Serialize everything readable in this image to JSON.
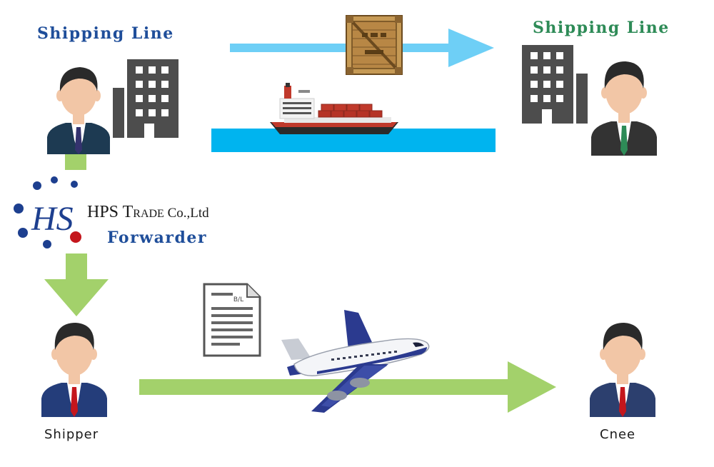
{
  "labels": {
    "shipping_line_left": "Shipping Line",
    "shipping_line_right": "Shipping Line",
    "company_main": "HPS T",
    "company_smallcaps": "RADE",
    "company_suffix": "Co.,Ltd",
    "forwarder": "Forwarder",
    "shipper": "Shipper",
    "cnee": "Cnee",
    "document": "B/L"
  },
  "colors": {
    "navy_title": "#1f4e9a",
    "green_title": "#2e8b57",
    "sky_arrow": "#6ecff6",
    "sea": "#00b4ef",
    "green_arrow": "#a3d16b",
    "building": "#4d4d4d",
    "logo_blue": "#1d3f8f",
    "logo_red": "#c4161c"
  },
  "icons": {
    "person": "businessman-icon",
    "building": "office-building-icon",
    "crate": "wooden-crate-icon",
    "ship": "container-ship-icon",
    "plane": "airplane-icon",
    "document": "bill-of-lading-document-icon"
  }
}
